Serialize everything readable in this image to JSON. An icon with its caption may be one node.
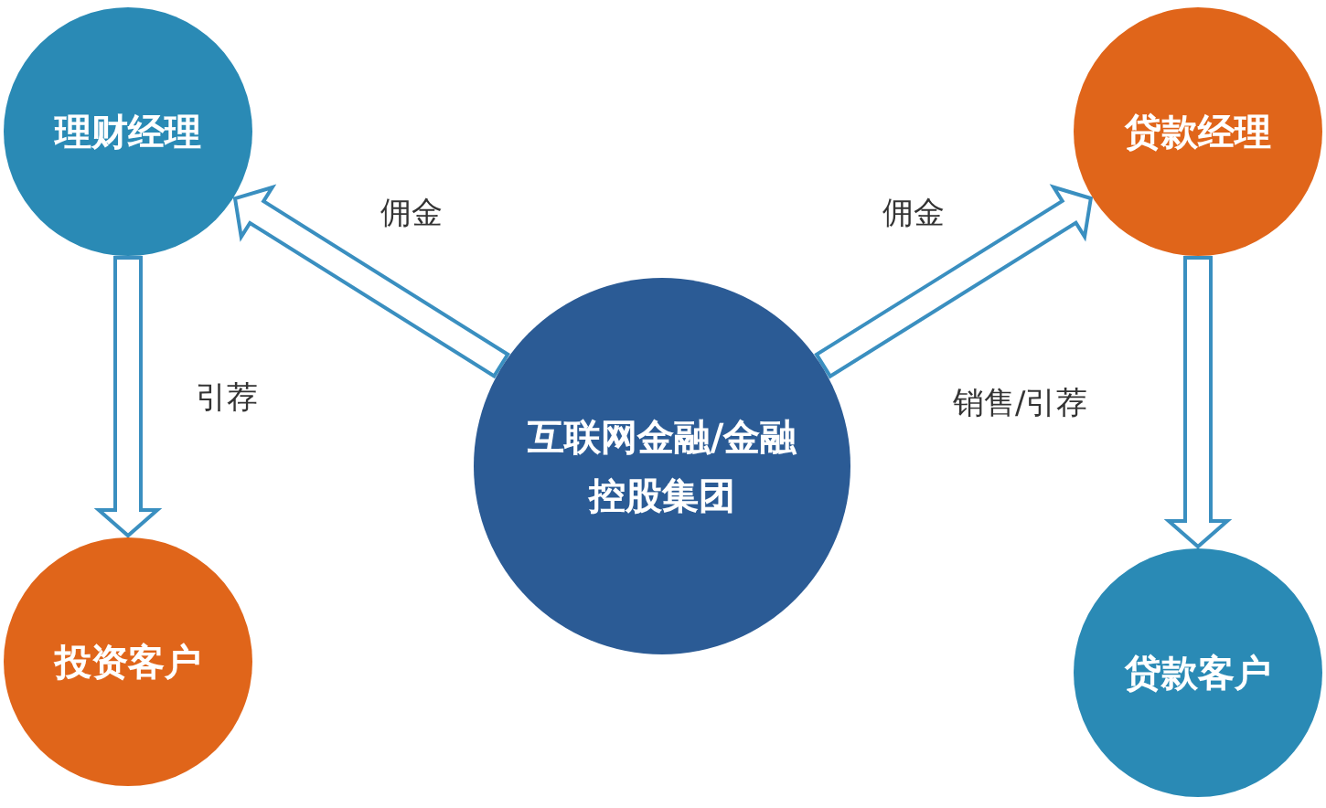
{
  "diagram": {
    "nodes": [
      {
        "text": [
          "理财经理"
        ]
      },
      {
        "text": [
          "贷款经理"
        ]
      },
      {
        "text": [
          "互联网金融/金融控股集团"
        ]
      },
      {
        "text": [
          "投资客户"
        ]
      },
      {
        "text": [
          "贷款客户"
        ]
      }
    ],
    "edges": [
      {
        "from": 2,
        "to": 0,
        "arrow": "to",
        "label": "佣金"
      },
      {
        "from": 2,
        "to": 1,
        "arrow": "to",
        "label": "佣金"
      },
      {
        "from": 0,
        "to": 3,
        "arrow": "to",
        "label": "引荐"
      },
      {
        "from": 1,
        "to": 4,
        "arrow": "to",
        "label": "销售/引荐"
      }
    ]
  }
}
